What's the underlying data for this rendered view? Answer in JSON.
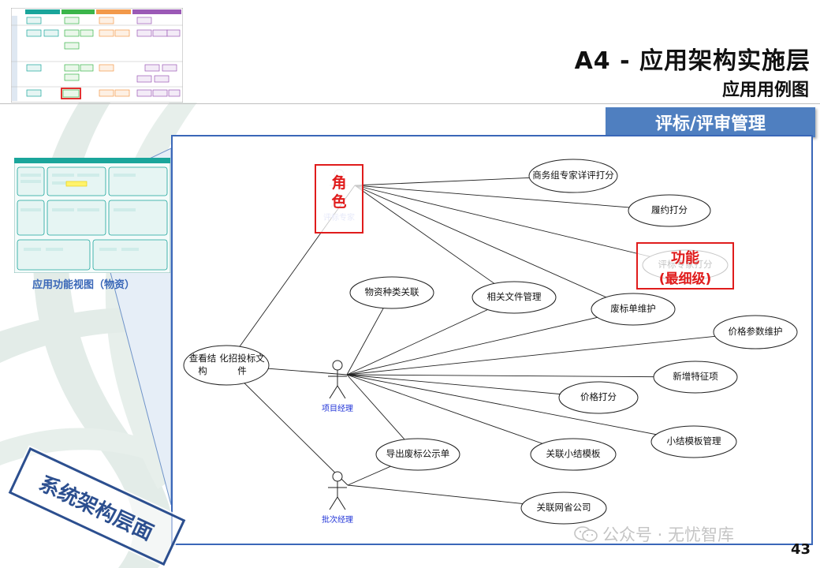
{
  "header": {
    "title": "A4 - 应用架构实施层",
    "subtitle": "应用用例图"
  },
  "section_banner": "评标/评审管理",
  "func_view_caption": "应用功能视图（物资）",
  "stamp": "系统架构层面",
  "watermark": "公众号 · 无忧智库",
  "page_number": "43",
  "colors": {
    "banner": "#4f7fc0",
    "frame": "#3a67b8",
    "highlight": "#e01c1c",
    "actor_label": "#2235d8"
  },
  "diagram": {
    "actors": [
      {
        "id": "expert",
        "label": "评标专家"
      },
      {
        "id": "pm",
        "label": "项目经理"
      },
      {
        "id": "batch",
        "label": "批次经理"
      }
    ],
    "use_cases": [
      {
        "id": "uc1",
        "label": "商务组专家详评打分"
      },
      {
        "id": "uc2",
        "label": "履约打分"
      },
      {
        "id": "uc3",
        "label": "评标专家打分"
      },
      {
        "id": "uc4",
        "label": "物资种类关联"
      },
      {
        "id": "uc5",
        "label": "相关文件管理"
      },
      {
        "id": "uc6",
        "label": "废标单维护"
      },
      {
        "id": "uc7",
        "label": "价格参数维护"
      },
      {
        "id": "uc8",
        "label": "查看结构化招投标文件"
      },
      {
        "id": "uc9",
        "label": "新增特征项"
      },
      {
        "id": "uc10",
        "label": "价格打分"
      },
      {
        "id": "uc11",
        "label": "小结模板管理"
      },
      {
        "id": "uc12",
        "label": "导出废标公示单"
      },
      {
        "id": "uc13",
        "label": "关联小结模板"
      },
      {
        "id": "uc14",
        "label": "关联网省公司"
      }
    ],
    "annotations": {
      "role": "角色",
      "function_line1": "功能",
      "function_line2": "(最细级)"
    }
  }
}
